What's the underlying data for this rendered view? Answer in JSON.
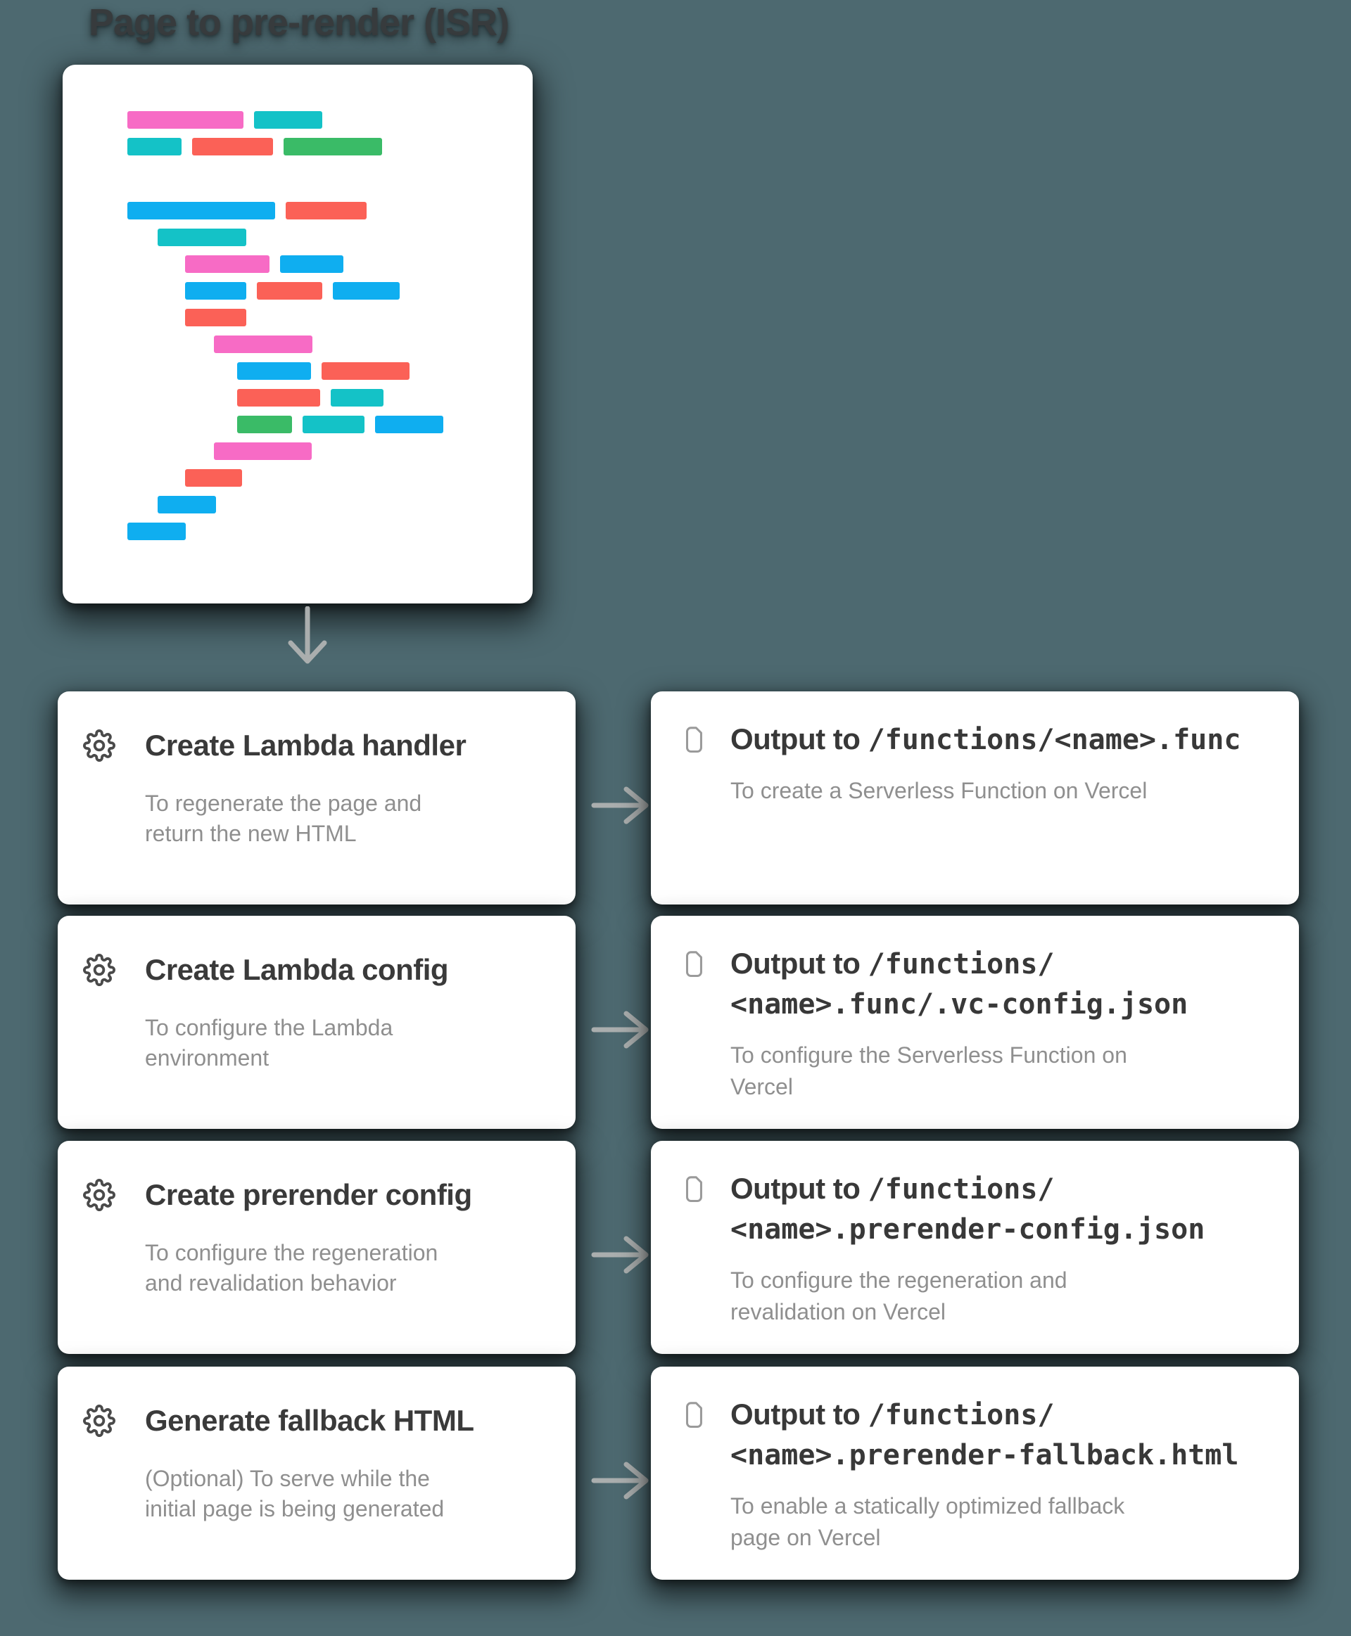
{
  "page": {
    "title": "Page to pre-render (ISR)",
    "background": "#4D6970",
    "card_background": "#FFFFFF",
    "title_color": "#373B3D",
    "card_title_color": "#3A3A3A",
    "desc_color": "#8F8F8F",
    "arrow_color": "#AAAEAE",
    "gear_icon_color": "#4A4A4A",
    "file_icon_color": "#9A9A9A"
  },
  "code_card": {
    "palette": {
      "pink": "#F76BC5",
      "teal": "#14C2C7",
      "red": "#FB6157",
      "green": "#3ABB67",
      "blue": "#0FAEF0"
    },
    "lines": [
      {
        "indent": 92,
        "bars": [
          [
            "pink",
            165
          ],
          [
            "teal",
            97
          ]
        ]
      },
      {
        "indent": 92,
        "bars": [
          [
            "teal",
            77
          ],
          [
            "red",
            115
          ],
          [
            "green",
            140
          ]
        ]
      },
      {
        "indent": 92,
        "gap_before": 66,
        "bars": [
          [
            "blue",
            210
          ],
          [
            "red",
            115
          ]
        ]
      },
      {
        "indent": 135,
        "bars": [
          [
            "teal",
            126
          ]
        ]
      },
      {
        "indent": 174,
        "bars": [
          [
            "pink",
            120
          ],
          [
            "blue",
            90
          ]
        ]
      },
      {
        "indent": 174,
        "bars": [
          [
            "blue",
            87
          ],
          [
            "red",
            93
          ],
          [
            "blue",
            95
          ]
        ]
      },
      {
        "indent": 174,
        "bars": [
          [
            "red",
            87
          ]
        ]
      },
      {
        "indent": 215,
        "bars": [
          [
            "pink",
            140
          ]
        ]
      },
      {
        "indent": 248,
        "bars": [
          [
            "blue",
            105
          ],
          [
            "red",
            125
          ]
        ]
      },
      {
        "indent": 248,
        "bars": [
          [
            "red",
            118
          ],
          [
            "teal",
            75
          ]
        ]
      },
      {
        "indent": 248,
        "bars": [
          [
            "green",
            78
          ],
          [
            "teal",
            88
          ],
          [
            "blue",
            97
          ]
        ]
      },
      {
        "indent": 215,
        "bars": [
          [
            "pink",
            139
          ]
        ]
      },
      {
        "indent": 174,
        "bars": [
          [
            "red",
            81
          ]
        ]
      },
      {
        "indent": 135,
        "bars": [
          [
            "blue",
            83
          ]
        ]
      },
      {
        "indent": 92,
        "bars": [
          [
            "blue",
            83
          ]
        ]
      }
    ]
  },
  "flow_rows": [
    {
      "step": {
        "title": "Create Lambda handler",
        "desc": "To regenerate the page and\nreturn the new HTML"
      },
      "output": {
        "prefix": "Output to ",
        "path": "/functions/<name>.func",
        "desc": "To create a Serverless Function on Vercel"
      }
    },
    {
      "step": {
        "title": "Create Lambda config",
        "desc": "To configure the Lambda\nenvironment"
      },
      "output": {
        "prefix": "Output to ",
        "path": "/functions/\n<name>.func/.vc-config.json",
        "desc": "To configure the Serverless Function on\nVercel"
      }
    },
    {
      "step": {
        "title": "Create prerender config",
        "desc": "To configure the regeneration\nand revalidation behavior"
      },
      "output": {
        "prefix": "Output to ",
        "path": "/functions/\n<name>.prerender-config.json",
        "desc": "To configure the regeneration and\nrevalidation on Vercel"
      }
    },
    {
      "step": {
        "title": "Generate fallback HTML",
        "desc": "(Optional) To serve while the\ninitial page is being generated"
      },
      "output": {
        "prefix": "Output to ",
        "path": "/functions/\n<name>.prerender-fallback.html",
        "desc": "To enable a statically optimized fallback\npage on Vercel"
      }
    }
  ]
}
